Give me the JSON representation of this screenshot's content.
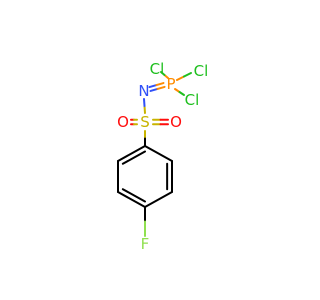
{
  "molecule": {
    "atoms": {
      "cl_top": {
        "label": "Cl",
        "color": "#1fbf1f"
      },
      "cl_right": {
        "label": "Cl",
        "color": "#1fbf1f"
      },
      "cl_bottom": {
        "label": "Cl",
        "color": "#1fbf1f"
      },
      "p": {
        "label": "P",
        "color": "#ff8c00"
      },
      "n": {
        "label": "N",
        "color": "#3050f8"
      },
      "s": {
        "label": "S",
        "color": "#c8b400"
      },
      "o_left": {
        "label": "O",
        "color": "#ff0d0d"
      },
      "o_right": {
        "label": "O",
        "color": "#ff0d0d"
      },
      "f": {
        "label": "F",
        "color": "#90e050"
      }
    },
    "bond_color": "#000000"
  }
}
